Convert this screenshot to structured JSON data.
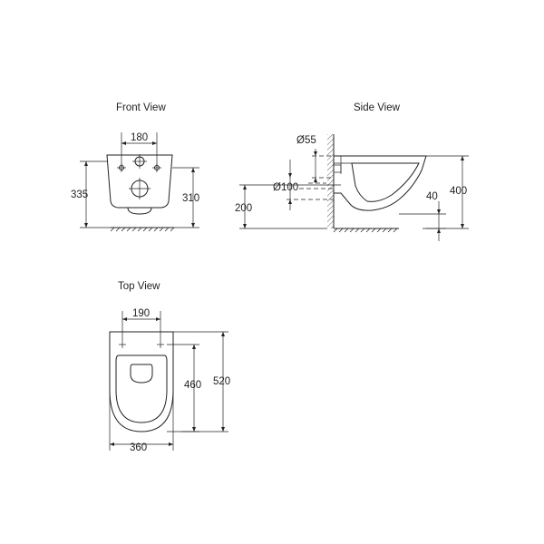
{
  "views": {
    "front": {
      "title": "Front View",
      "dims": {
        "top": "180",
        "left": "335",
        "right": "310"
      }
    },
    "side": {
      "title": "Side View",
      "dims": {
        "d1": "Ø55",
        "d2": "Ø100",
        "left": "200",
        "small": "40",
        "right": "400"
      }
    },
    "top": {
      "title": "Top View",
      "dims": {
        "top": "190",
        "inner": "460",
        "outer": "520",
        "bottom": "360"
      }
    }
  },
  "colors": {
    "line": "#222222",
    "background": "#ffffff"
  }
}
